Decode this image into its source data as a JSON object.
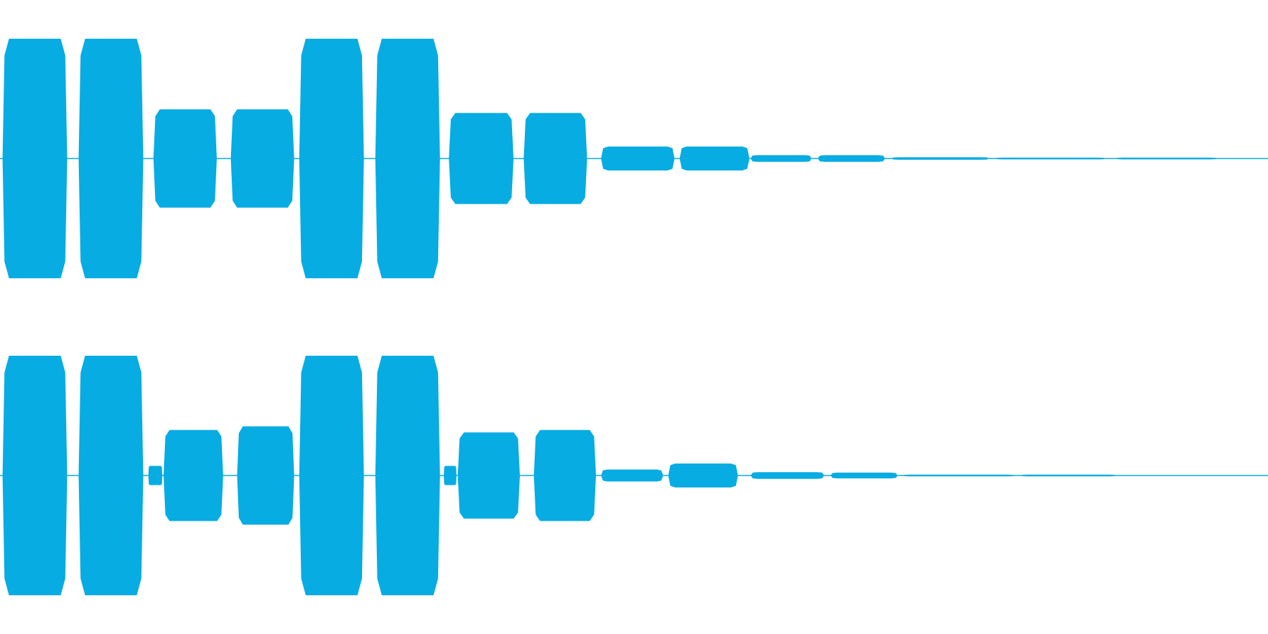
{
  "waveform": {
    "wave_color": "#07ace2",
    "background_color": "#ffffff",
    "channel_count": 2,
    "channels": [
      {
        "name": "channel-1",
        "bursts": [
          {
            "start": 0.002,
            "end": 0.053,
            "amp": 1.0
          },
          {
            "start": 0.062,
            "end": 0.113,
            "amp": 1.0
          },
          {
            "start": 0.121,
            "end": 0.171,
            "amp": 0.41
          },
          {
            "start": 0.182,
            "end": 0.232,
            "amp": 0.41
          },
          {
            "start": 0.236,
            "end": 0.287,
            "amp": 1.0
          },
          {
            "start": 0.296,
            "end": 0.347,
            "amp": 1.0
          },
          {
            "start": 0.354,
            "end": 0.405,
            "amp": 0.38
          },
          {
            "start": 0.413,
            "end": 0.463,
            "amp": 0.38
          },
          {
            "start": 0.474,
            "end": 0.532,
            "amp": 0.1
          },
          {
            "start": 0.536,
            "end": 0.591,
            "amp": 0.1
          },
          {
            "start": 0.592,
            "end": 0.64,
            "amp": 0.028
          },
          {
            "start": 0.645,
            "end": 0.698,
            "amp": 0.028
          },
          {
            "start": 0.703,
            "end": 0.78,
            "amp": 0.01
          },
          {
            "start": 0.785,
            "end": 0.872,
            "amp": 0.007
          },
          {
            "start": 0.88,
            "end": 0.96,
            "amp": 0.003
          }
        ]
      },
      {
        "name": "channel-2",
        "bursts": [
          {
            "start": 0.002,
            "end": 0.053,
            "amp": 1.0
          },
          {
            "start": 0.062,
            "end": 0.113,
            "amp": 1.0
          },
          {
            "start": 0.117,
            "end": 0.128,
            "amp": 0.08
          },
          {
            "start": 0.129,
            "end": 0.176,
            "amp": 0.38
          },
          {
            "start": 0.187,
            "end": 0.232,
            "amp": 0.41
          },
          {
            "start": 0.236,
            "end": 0.287,
            "amp": 1.0
          },
          {
            "start": 0.296,
            "end": 0.347,
            "amp": 1.0
          },
          {
            "start": 0.35,
            "end": 0.36,
            "amp": 0.08
          },
          {
            "start": 0.361,
            "end": 0.41,
            "amp": 0.36
          },
          {
            "start": 0.421,
            "end": 0.47,
            "amp": 0.38
          },
          {
            "start": 0.474,
            "end": 0.523,
            "amp": 0.05
          },
          {
            "start": 0.527,
            "end": 0.582,
            "amp": 0.1
          },
          {
            "start": 0.592,
            "end": 0.65,
            "amp": 0.028
          },
          {
            "start": 0.655,
            "end": 0.708,
            "amp": 0.024
          },
          {
            "start": 0.712,
            "end": 0.8,
            "amp": 0.007
          },
          {
            "start": 0.805,
            "end": 0.88,
            "amp": 0.004
          }
        ]
      }
    ]
  }
}
